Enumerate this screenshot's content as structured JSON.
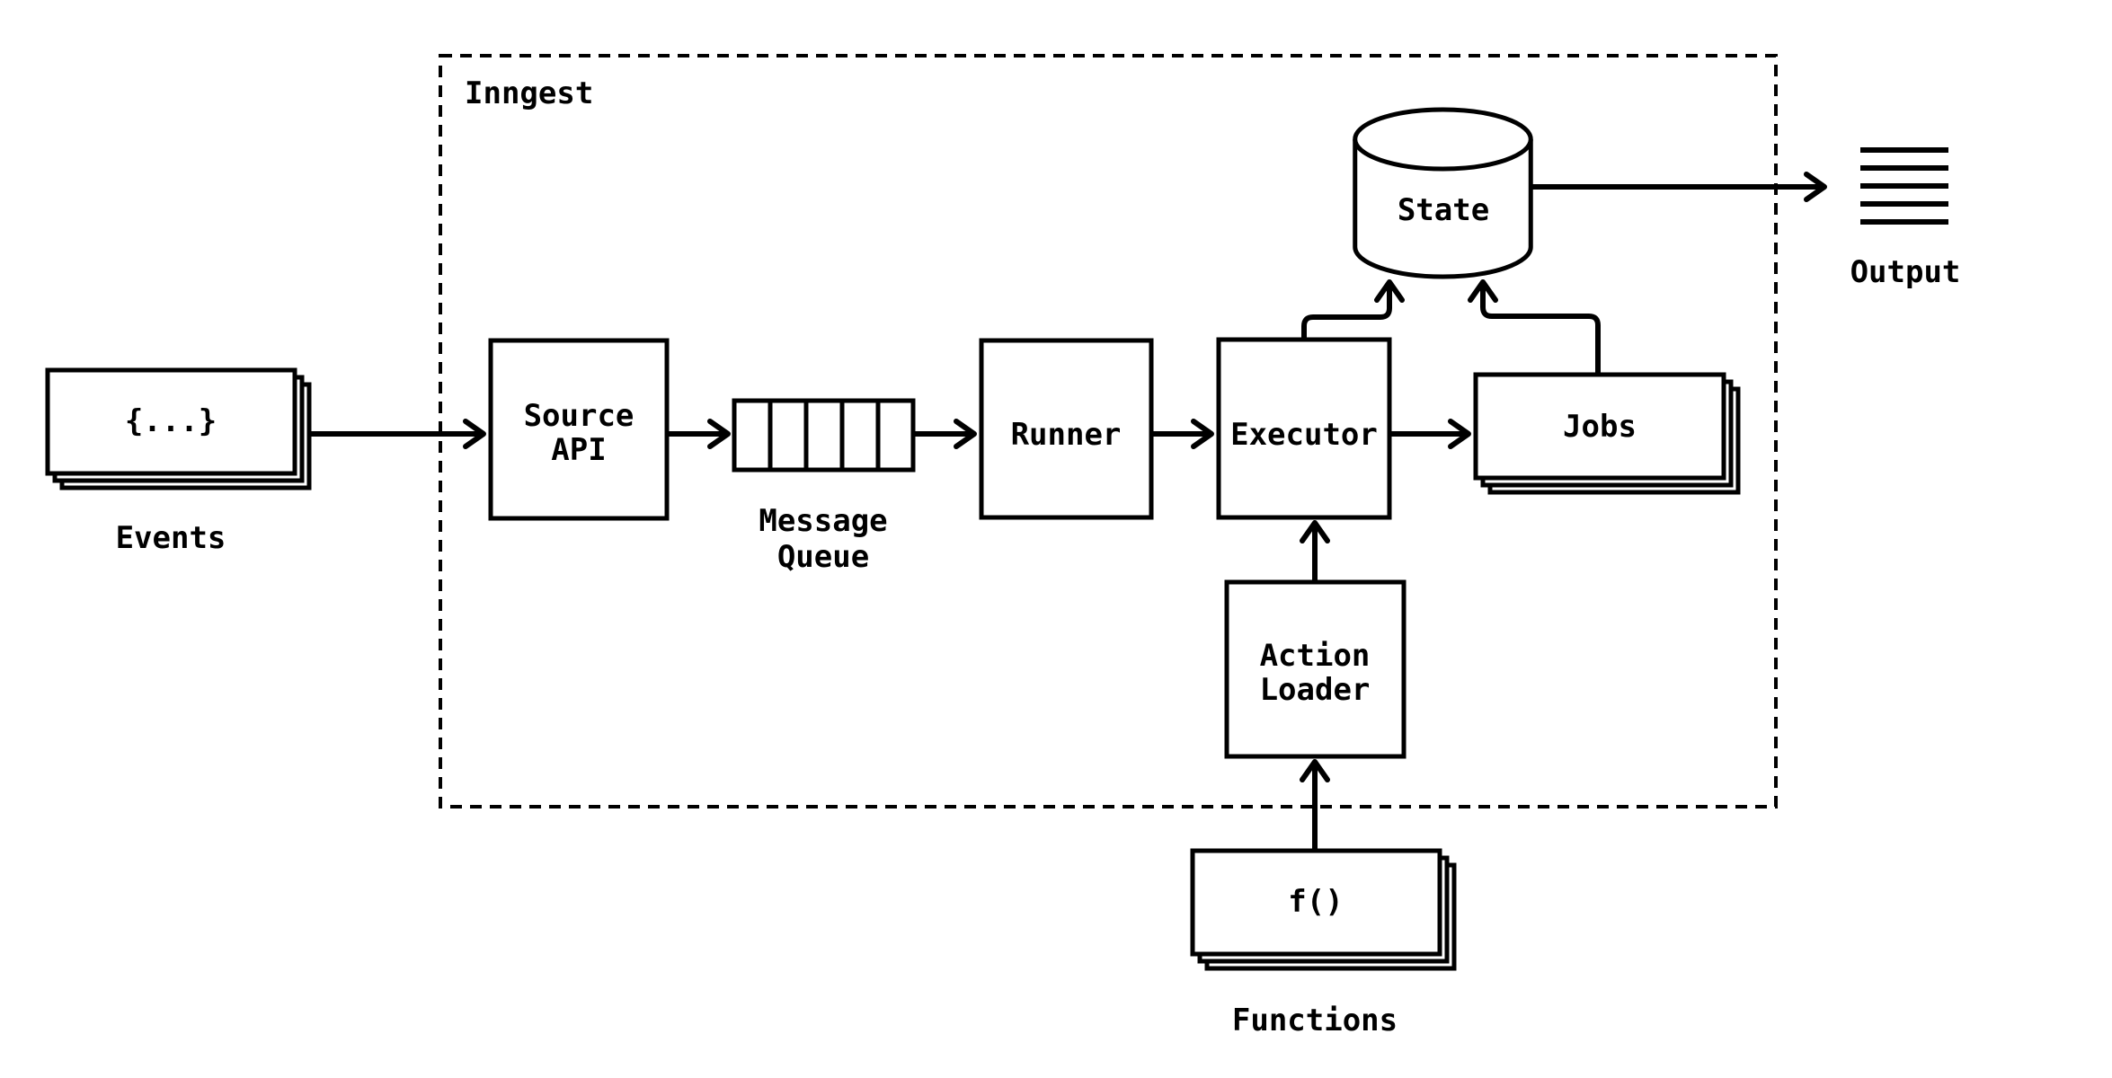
{
  "diagram": {
    "boundary_label": "Inngest",
    "nodes": {
      "events": {
        "icon_text": "{...}",
        "caption": "Events"
      },
      "source_api": {
        "line1": "Source",
        "line2": "API"
      },
      "message_queue": {
        "line1": "Message",
        "line2": "Queue"
      },
      "runner": {
        "label": "Runner"
      },
      "executor": {
        "label": "Executor"
      },
      "jobs": {
        "label": "Jobs"
      },
      "state": {
        "label": "State"
      },
      "output": {
        "caption": "Output"
      },
      "action_loader": {
        "line1": "Action",
        "line2": "Loader"
      },
      "functions": {
        "icon_text": "f()",
        "caption": "Functions"
      }
    },
    "colors": {
      "stroke": "#000000",
      "background": "#ffffff"
    }
  }
}
